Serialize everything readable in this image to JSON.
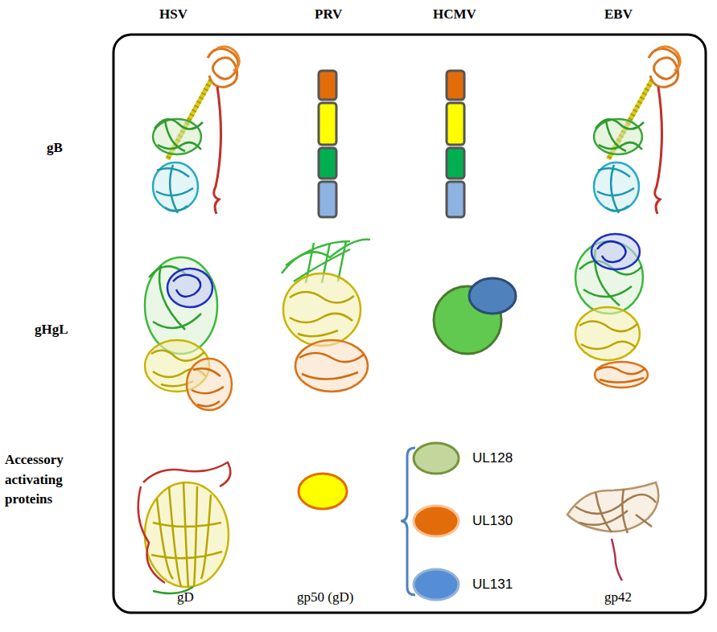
{
  "diagram": {
    "nodes": [
      {
        "text": [
          "UL128"
        ]
      },
      {
        "text": [
          "UL130"
        ]
      },
      {
        "text": [
          "UL131"
        ]
      }
    ],
    "labels": [
      "HSV",
      "PRV",
      "HCMV",
      "EBV",
      "gB",
      "gHgL",
      "Accessory activating proteins",
      "gD",
      "gp50 (gD)",
      "gp42"
    ]
  }
}
